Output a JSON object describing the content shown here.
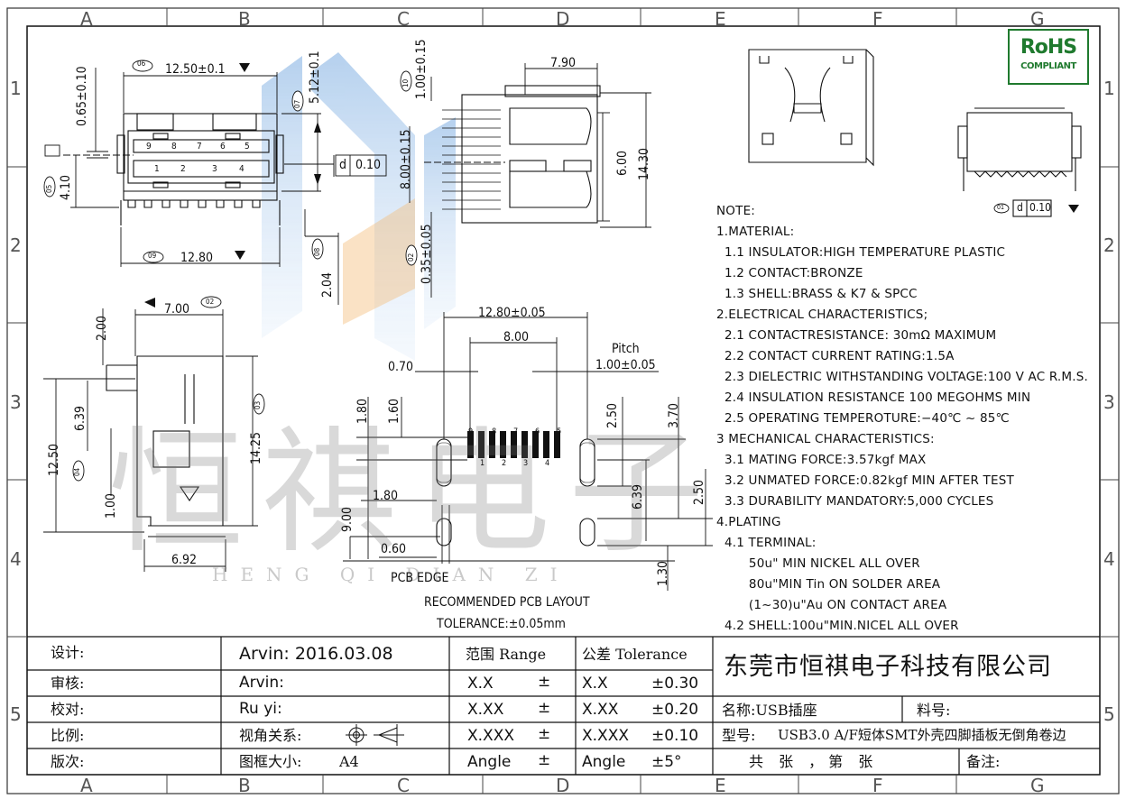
{
  "zones": {
    "cols": [
      "A",
      "B",
      "C",
      "D",
      "E",
      "F",
      "G"
    ],
    "rows": [
      "1",
      "2",
      "3",
      "4",
      "5"
    ]
  },
  "rohs": {
    "line1": "RoHS",
    "line2": "COMPLIANT"
  },
  "watermark": {
    "cn": "恒祺电子",
    "en": "HENG QI DIAN ZI"
  },
  "dims": {
    "w1250": "12.50±0.1",
    "h065": "0.65±0.10",
    "c06": "06",
    "c07": "07",
    "h512": "5.12±0.1",
    "pins_top": [
      "9",
      "8",
      "7",
      "6",
      "5"
    ],
    "pins_bot": [
      "1",
      "2",
      "3",
      "4"
    ],
    "c05": "05",
    "h410": "4.10",
    "tol_d": "d",
    "tol_val": "0.10",
    "w1280": "12.80",
    "c09": "09",
    "c08": "08",
    "h204": "2.04",
    "c10": "10",
    "h100": "1.00±0.15",
    "h800": "8.00±0.15",
    "c02b": "02",
    "h035": "0.35±0.05",
    "w790": "7.90",
    "h600": "6.00",
    "h1430": "14.30",
    "w700": "7.00",
    "c02": "02",
    "h200": "2.00",
    "h639": "6.39",
    "h1250": "12.50",
    "c04": "04",
    "h1v": "1.00",
    "c03": "03",
    "h1425": "14.25",
    "w692": "6.92",
    "pcb_w1280": "12.80±0.05",
    "pcb_w800": "8.00",
    "pitch": "Pitch",
    "pitch_val": "1.00±0.05",
    "p070": "0.70",
    "p180": "1.80",
    "p160": "1.60",
    "p250a": "2.50",
    "p370": "3.70",
    "pcb_pins_top": [
      "9",
      "8",
      "7",
      "6",
      "5"
    ],
    "pcb_pins_bot": [
      "1",
      "2",
      "3",
      "4"
    ],
    "p180b": "1.80",
    "p639": "6.39",
    "p250b": "2.50",
    "p900": "9.00",
    "p060": "0.60",
    "p130": "1.30",
    "pcb_edge": "PCB EDGE",
    "rec": "RECOMMENDED PCB LAYOUT",
    "tol": "TOLERANCE:±0.05mm",
    "c01": "01",
    "tol2_d": "d",
    "tol2_val": "0.10"
  },
  "notes": [
    "NOTE:",
    "1.MATERIAL:",
    "  1.1 INSULATOR:HIGH TEMPERATURE PLASTIC",
    "  1.2 CONTACT:BRONZE",
    "  1.3 SHELL:BRASS & K7 & SPCC",
    "2.ELECTRICAL CHARACTERISTICS;",
    "  2.1 CONTACTRESISTANCE: 30mΩ MAXIMUM",
    "  2.2 CONTACT CURRENT RATING:1.5A",
    "  2.3 DIELECTRIC WITHSTANDING VOLTAGE:100 V AC R.M.S.",
    "  2.4 INSULATION RESISTANCE 100 MEGOHMS MIN",
    "  2.5 OPERATING TEMPEROTURE:−40℃ ~ 85℃",
    "3 MECHANICAL CHARACTERISTICS:",
    "  3.1 MATING FORCE:3.57kgf MAX",
    "  3.2 UNMATED FORCE:0.82kgf MIN AFTER TEST",
    "  3.3 DURABILITY MANDATORY:5,000 CYCLES",
    "4.PLATING",
    "  4.1 TERMINAL:",
    "        50u\" MIN NICKEL ALL OVER",
    "        80u\"MIN Tin ON SOLDER AREA",
    "        (1~30)u\"Au ON CONTACT AREA",
    "  4.2 SHELL:100u\"MIN.NICEL ALL OVER"
  ],
  "title_block": {
    "design_label": "设计:",
    "design_value": "Arvin:  2016.03.08",
    "review_label": "审核:",
    "review_value": "Arvin:",
    "check_label": "校对:",
    "check_value": "Ru  yi:",
    "scale_label": "比例:",
    "view_label": "视角关系:",
    "version_label": "版次:",
    "frame_label": "图框大小:",
    "frame_value": "A4",
    "range_label": "范围 Range",
    "tol_label": "公差 Tolerance",
    "rows": [
      {
        "r": "X.X",
        "pm": "±",
        "t": "X.X",
        "v": "±0.30"
      },
      {
        "r": "X.XX",
        "pm": "±",
        "t": "X.XX",
        "v": "±0.20"
      },
      {
        "r": "X.XXX",
        "pm": "±",
        "t": "X.XXX",
        "v": "±0.10"
      },
      {
        "r": "Angle",
        "pm": "±",
        "t": "Angle",
        "v": "±5°"
      }
    ],
    "company": "东莞市恒祺电子科技有限公司",
    "name_label": "名称:USB插座",
    "part_label": "料号:",
    "model_label": "型号:",
    "model_value": "USB3.0 A/F短体SMT外壳四脚插板无倒角卷边",
    "sheets": "共  张 ，第  张",
    "remark_label": "备注:"
  }
}
